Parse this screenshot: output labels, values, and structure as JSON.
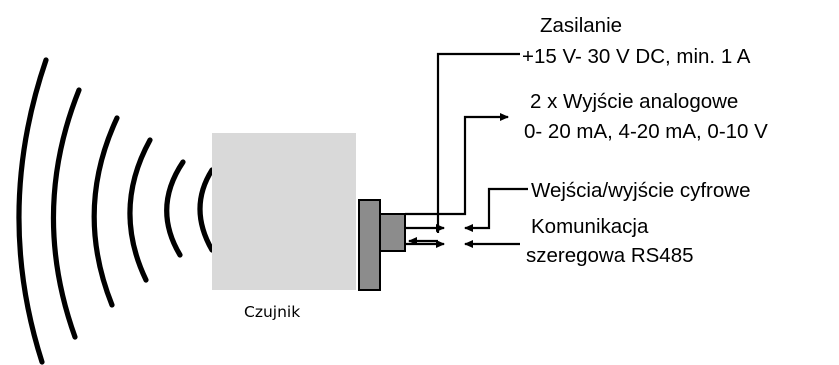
{
  "sensor": {
    "label": "Czujnik",
    "body_color": "#d9d9d9",
    "connector_color": "#8c8c8c"
  },
  "signals": {
    "power": {
      "title": "Zasilanie",
      "spec": "+15 V- 30 V DC, min. 1 A",
      "direction": "in"
    },
    "analog": {
      "title": "2 x Wyjście analogowe",
      "spec": "0- 20 mA, 4-20 mA, 0-10 V",
      "direction": "out"
    },
    "digital": {
      "title": "Wejścia/wyjście cyfrowe",
      "direction": "bidirectional"
    },
    "serial": {
      "title": "Komunikacja",
      "spec": "szeregowa RS485",
      "direction": "bidirectional"
    }
  },
  "waves": {
    "count": 6,
    "icon": "radio-wave-arcs"
  }
}
